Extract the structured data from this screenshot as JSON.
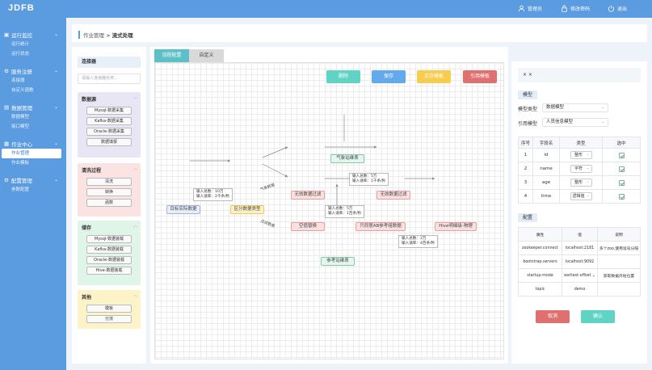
{
  "app": {
    "logo": "JDFB"
  },
  "topnav": {
    "admin": "管理员",
    "password": "修改密码",
    "logout": "退出"
  },
  "sidebar": {
    "groups": [
      {
        "label": "运行监控",
        "items": [
          "运行统计",
          "运行状态"
        ]
      },
      {
        "label": "服务注册",
        "items": [
          "连接器",
          "自定义函数"
        ]
      },
      {
        "label": "数据管理",
        "items": [
          "数据模型",
          "接口模型"
        ]
      },
      {
        "label": "作业中心",
        "items": [
          "作业管理",
          "作业模板"
        ]
      },
      {
        "label": "配置管理",
        "items": [
          "参数配置"
        ]
      }
    ]
  },
  "breadcrumb": {
    "parent": "作业管理",
    "sep": " > ",
    "current": "流式处理"
  },
  "connector": {
    "title": "连接器",
    "search_placeholder": "请输入连接器名称...",
    "groups": [
      {
        "title": "数据源",
        "items": [
          "Mysql-数据采集",
          "Kafka-数据采集",
          "Oracle-数据采集",
          "数据填报"
        ]
      },
      {
        "title": "清洗过程",
        "items": [
          "清洗",
          "转换",
          "函数"
        ]
      },
      {
        "title": "储存",
        "items": [
          "Mysql-数据装载",
          "Kafka-数据装载",
          "Oracle-数据装载",
          "Hive-数据装载"
        ]
      },
      {
        "title": "其他",
        "items": [
          "模板",
          "分流"
        ]
      }
    ]
  },
  "tabs": [
    "流程配置",
    "自定义"
  ],
  "toolbar": {
    "delete": "删除",
    "save": "保存",
    "save_template": "另存模板",
    "use_template": "引用模板"
  },
  "flow": {
    "nodes": {
      "source": "目标实际数据",
      "split": "区分数据类型",
      "weather": "气象站维表",
      "invalid_filter": "无效数据过滤",
      "invalid_data": "无效数据过滤",
      "airspace": "空值替换",
      "ab_station": "只同意AB参考组数据",
      "hive": "Hive明细级-物理",
      "ref": "参考站维表"
    },
    "edges": {
      "e1": "气象数据",
      "e2": "过滤数据"
    },
    "stats": [
      {
        "l1": "输入总数：10万",
        "l2": "输入速率：2千条/秒"
      },
      {
        "l1": "输入总数：5万",
        "l2": "输入速率：1千条/秒"
      },
      {
        "l1": "输入总数：5万",
        "l2": "输入速率：1百条/秒"
      },
      {
        "l1": "输入总数：2万",
        "l2": "输入速率：4百条/秒"
      }
    ]
  },
  "right": {
    "title": "× ×",
    "model_section": "模型",
    "model_type_label": "模型类型",
    "model_type_value": "数据模型",
    "ref_model_label": "引用模型",
    "ref_model_value": "人员信息模型",
    "fields": {
      "headers": [
        "序号",
        "字段名",
        "类型",
        "选中"
      ],
      "rows": [
        {
          "no": "1",
          "name": "id",
          "type": "整形"
        },
        {
          "no": "2",
          "name": "name",
          "type": "字符"
        },
        {
          "no": "3",
          "name": "age",
          "type": "整形"
        },
        {
          "no": "4",
          "name": "time",
          "type": "逻辑值"
        }
      ]
    },
    "config_section": "配置",
    "config": {
      "headers": [
        "属性",
        "值",
        "说明"
      ],
      "rows": [
        {
          "k": "zookeeper.connect",
          "v": "localhost:2181",
          "d": "多个zoo,使用逗号分隔"
        },
        {
          "k": "bootstrap.servers",
          "v": "localhost:9092",
          "d": ""
        },
        {
          "k": "startup-mode",
          "v": "earliest-offset",
          "d": "获取数据开始位置"
        },
        {
          "k": "topic",
          "v": "demo",
          "d": ""
        }
      ]
    },
    "cancel": "取消",
    "confirm": "确认"
  },
  "colors": {
    "primary": "#5b9bdf",
    "teal": "#5bc0c8",
    "delete": "#5fd3c4",
    "save": "#63a9ee",
    "save_template": "#f8cc4d",
    "use_template": "#e07070"
  }
}
